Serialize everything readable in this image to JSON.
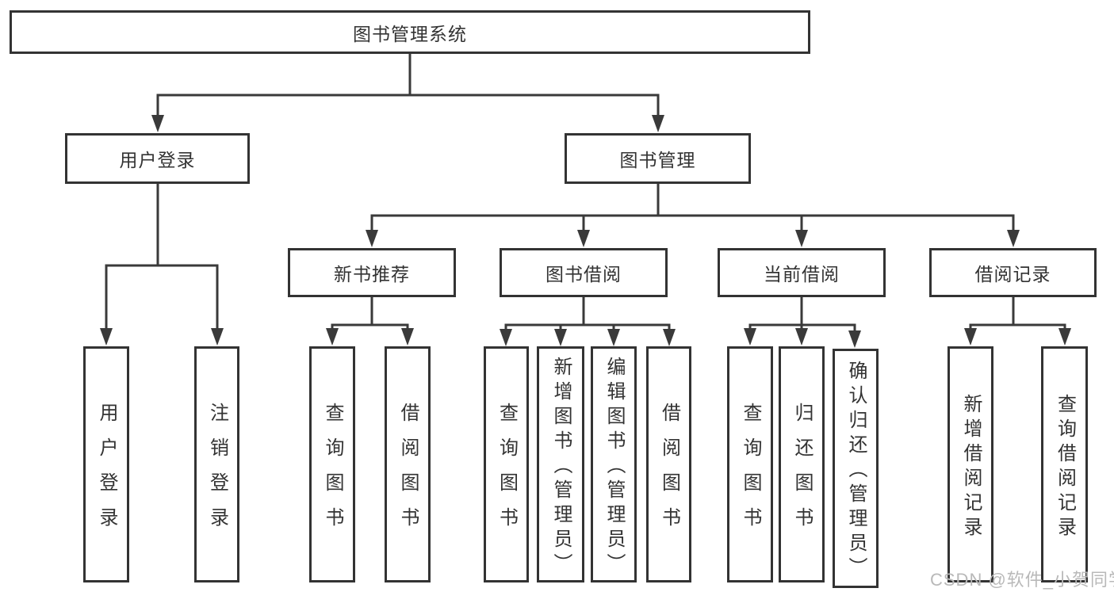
{
  "diagram": {
    "root": {
      "label": "图书管理系统"
    },
    "level2": [
      {
        "label": "用户登录",
        "children": [
          {
            "label": "用户登录"
          },
          {
            "label": "注销登录"
          }
        ]
      },
      {
        "label": "图书管理",
        "children": [
          {
            "label": "新书推荐",
            "children": [
              {
                "label": "查询图书"
              },
              {
                "label": "借阅图书"
              }
            ]
          },
          {
            "label": "图书借阅",
            "children": [
              {
                "label": "查询图书"
              },
              {
                "label": "新增图书（管理员）"
              },
              {
                "label": "编辑图书（管理员）"
              },
              {
                "label": "借阅图书"
              }
            ]
          },
          {
            "label": "当前借阅",
            "children": [
              {
                "label": "查询图书"
              },
              {
                "label": "归还图书"
              },
              {
                "label": "确认归还（管理员）"
              }
            ]
          },
          {
            "label": "借阅记录",
            "children": [
              {
                "label": "新增借阅记录"
              },
              {
                "label": "查询借阅记录"
              }
            ]
          }
        ]
      }
    ]
  },
  "watermark": {
    "text": "CSDN @软件_小贺同学"
  },
  "colors": {
    "line": "#3a3a3a",
    "box_border": "#333333",
    "text": "#333333",
    "box_background": "#ffffff",
    "page_background": "#ffffff",
    "watermark": "#b9b9b9"
  }
}
